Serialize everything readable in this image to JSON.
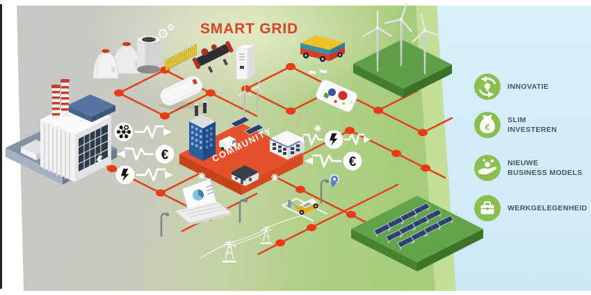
{
  "scene": {
    "title": "SMART GRID",
    "community_label": "COMMUNITY"
  },
  "icons": {
    "euro_symbol": "€",
    "gear_symbol": "⚙"
  },
  "legend": {
    "items": [
      {
        "icon": "innovation-cycle-icon",
        "line1": "INNOVATIE",
        "line2": ""
      },
      {
        "icon": "money-bag-icon",
        "line1": "SLIM",
        "line2": "INVESTEREN"
      },
      {
        "icon": "hand-coins-icon",
        "line1": "NIEUWE",
        "line2": "BUSINESS MODELS"
      },
      {
        "icon": "briefcase-icon",
        "line1": "WERKGELEGENHEID",
        "line2": ""
      }
    ]
  },
  "colors": {
    "accent_red": "#e2421d",
    "title_red": "#d8432a",
    "community_platform_top": "#e5512b",
    "background_gray": "#c6c6c4",
    "background_green": "#a6cb7b",
    "sky_blue": "#d5edf8",
    "legend_green": "#8abf4f",
    "legend_text": "#47545e"
  }
}
